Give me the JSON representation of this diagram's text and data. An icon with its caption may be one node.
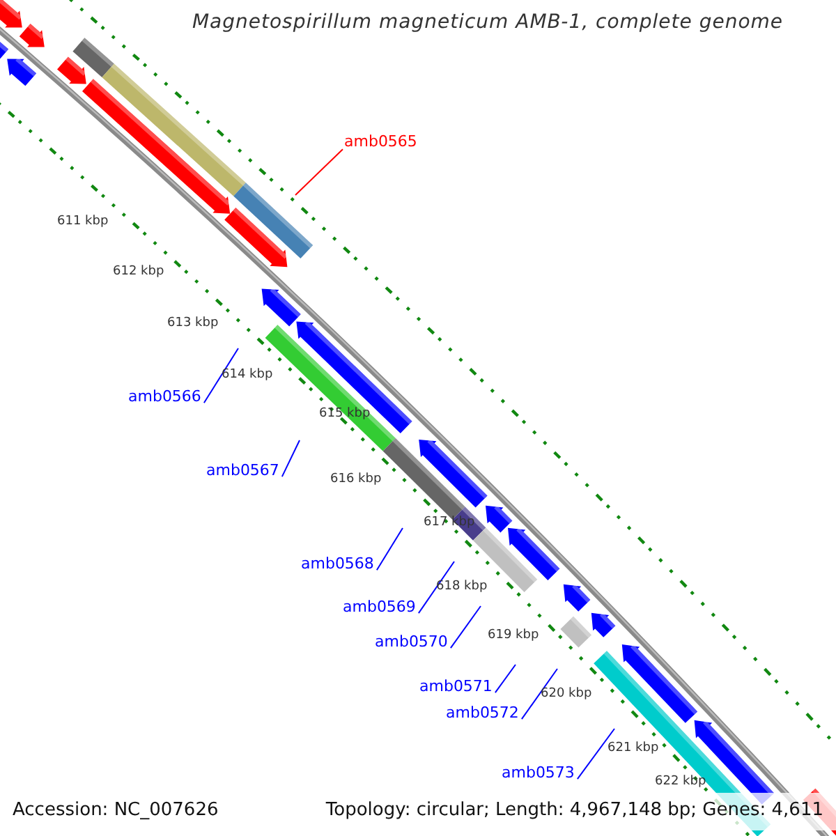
{
  "diagram": {
    "title": "Magnetospirillum magneticum AMB-1, complete genome",
    "nodes": [
      {
        "text": [
          "amb0565"
        ]
      },
      {
        "text": [
          "amb0566"
        ]
      },
      {
        "text": [
          "amb0567"
        ]
      },
      {
        "text": [
          "amb0568"
        ]
      },
      {
        "text": [
          "amb0569"
        ]
      },
      {
        "text": [
          "amb0570"
        ]
      },
      {
        "text": [
          "amb0571"
        ]
      },
      {
        "text": [
          "amb0572"
        ]
      },
      {
        "text": [
          "amb0573"
        ]
      }
    ],
    "edges": [
      {
        "from": 0,
        "to": null,
        "arrow": "none",
        "color": "#ff0000"
      },
      {
        "from": 1,
        "to": null,
        "arrow": "none"
      },
      {
        "from": 2,
        "to": null,
        "arrow": "none"
      },
      {
        "from": 3,
        "to": null,
        "arrow": "none"
      },
      {
        "from": 4,
        "to": null,
        "arrow": "none"
      },
      {
        "from": 5,
        "to": null,
        "arrow": "none"
      },
      {
        "from": 6,
        "to": null,
        "arrow": "none"
      },
      {
        "from": 7,
        "to": null,
        "arrow": "none"
      },
      {
        "from": 8,
        "to": null,
        "arrow": "none"
      }
    ],
    "labels": [
      "611 kbp",
      "612 kbp",
      "613 kbp",
      "614 kbp",
      "615 kbp",
      "616 kbp",
      "617 kbp",
      "618 kbp",
      "619 kbp",
      "620 kbp",
      "621 kbp",
      "622 kbp",
      "Accession: NC_007626",
      "Topology: circular; Length: 4,967,148 bp; Genes: 4,611"
    ]
  }
}
